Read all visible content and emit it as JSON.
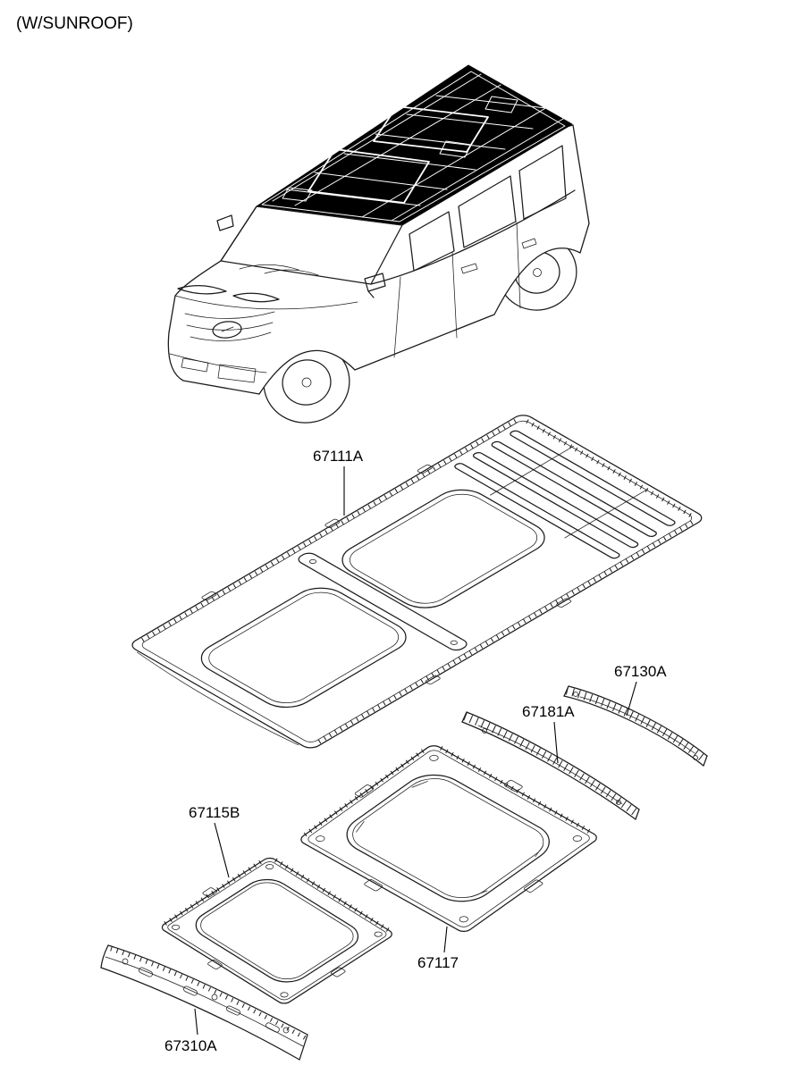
{
  "note": "(W/SUNROOF)",
  "parts": [
    {
      "label": "67111A"
    },
    {
      "label": "67130A"
    },
    {
      "label": "67181A"
    },
    {
      "label": "67115B"
    },
    {
      "label": "67117"
    },
    {
      "label": "67310A"
    }
  ]
}
